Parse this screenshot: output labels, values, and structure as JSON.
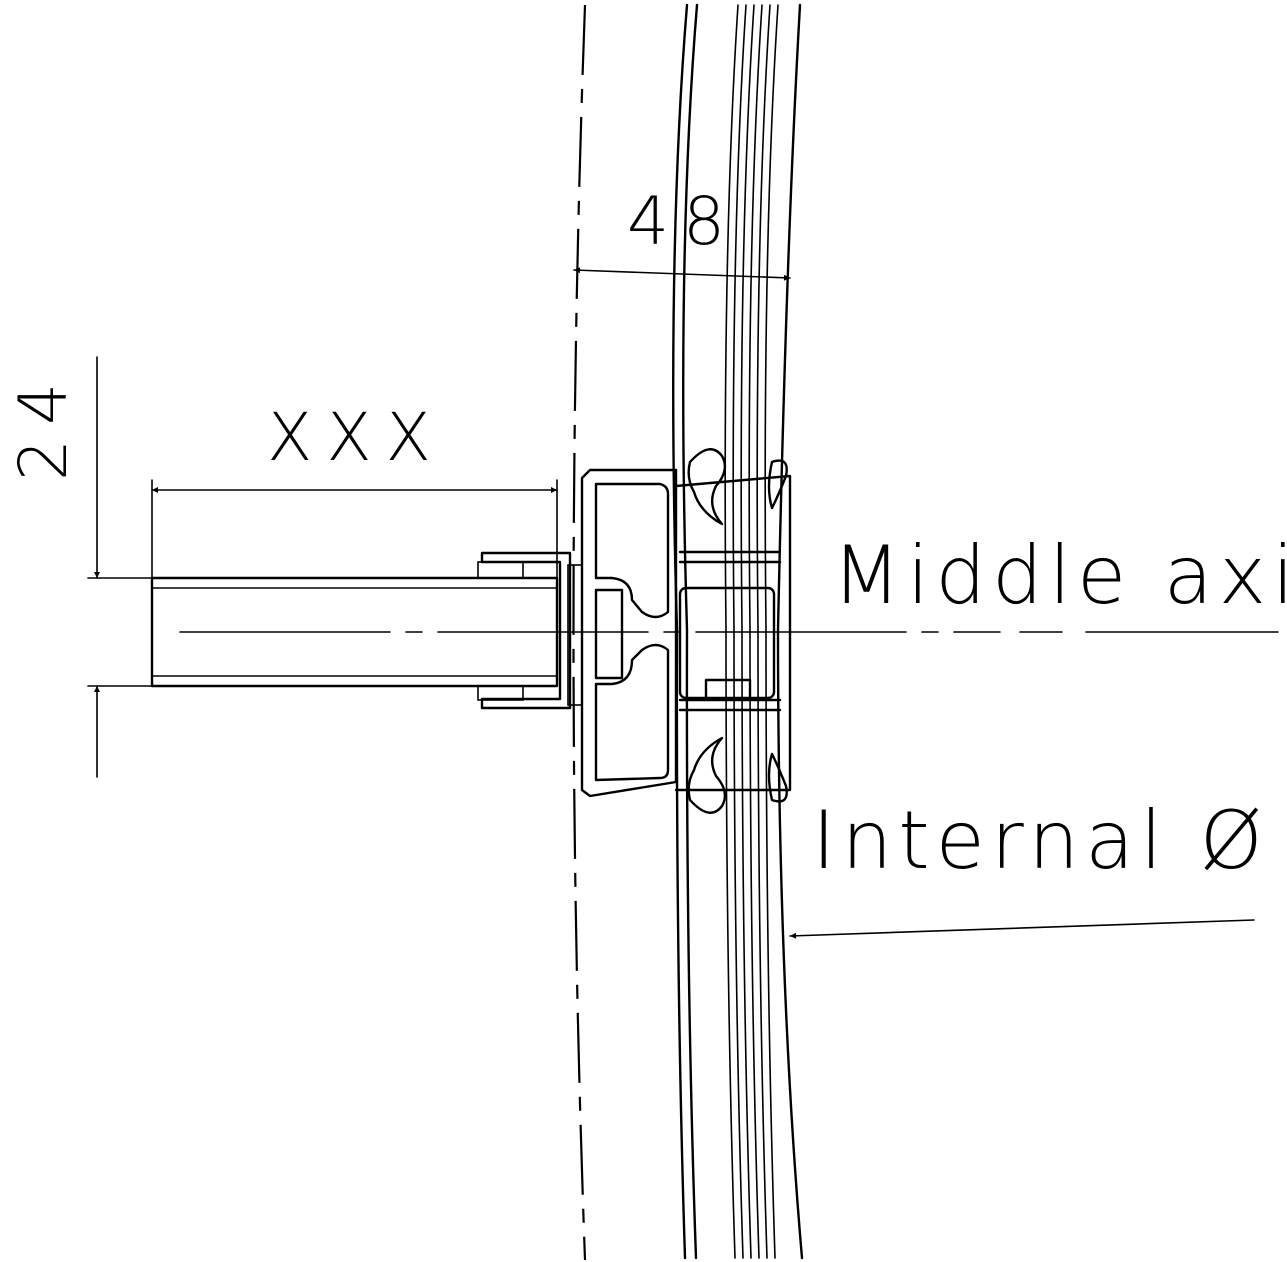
{
  "dimensions": {
    "thickness": "48",
    "panel_height": "24",
    "panel_length": "XXX"
  },
  "labels": {
    "middle_axis": "Middle axis",
    "internal_diameter": "Internal Ø ="
  },
  "colors": {
    "line": "#000000",
    "background": "#ffffff"
  }
}
